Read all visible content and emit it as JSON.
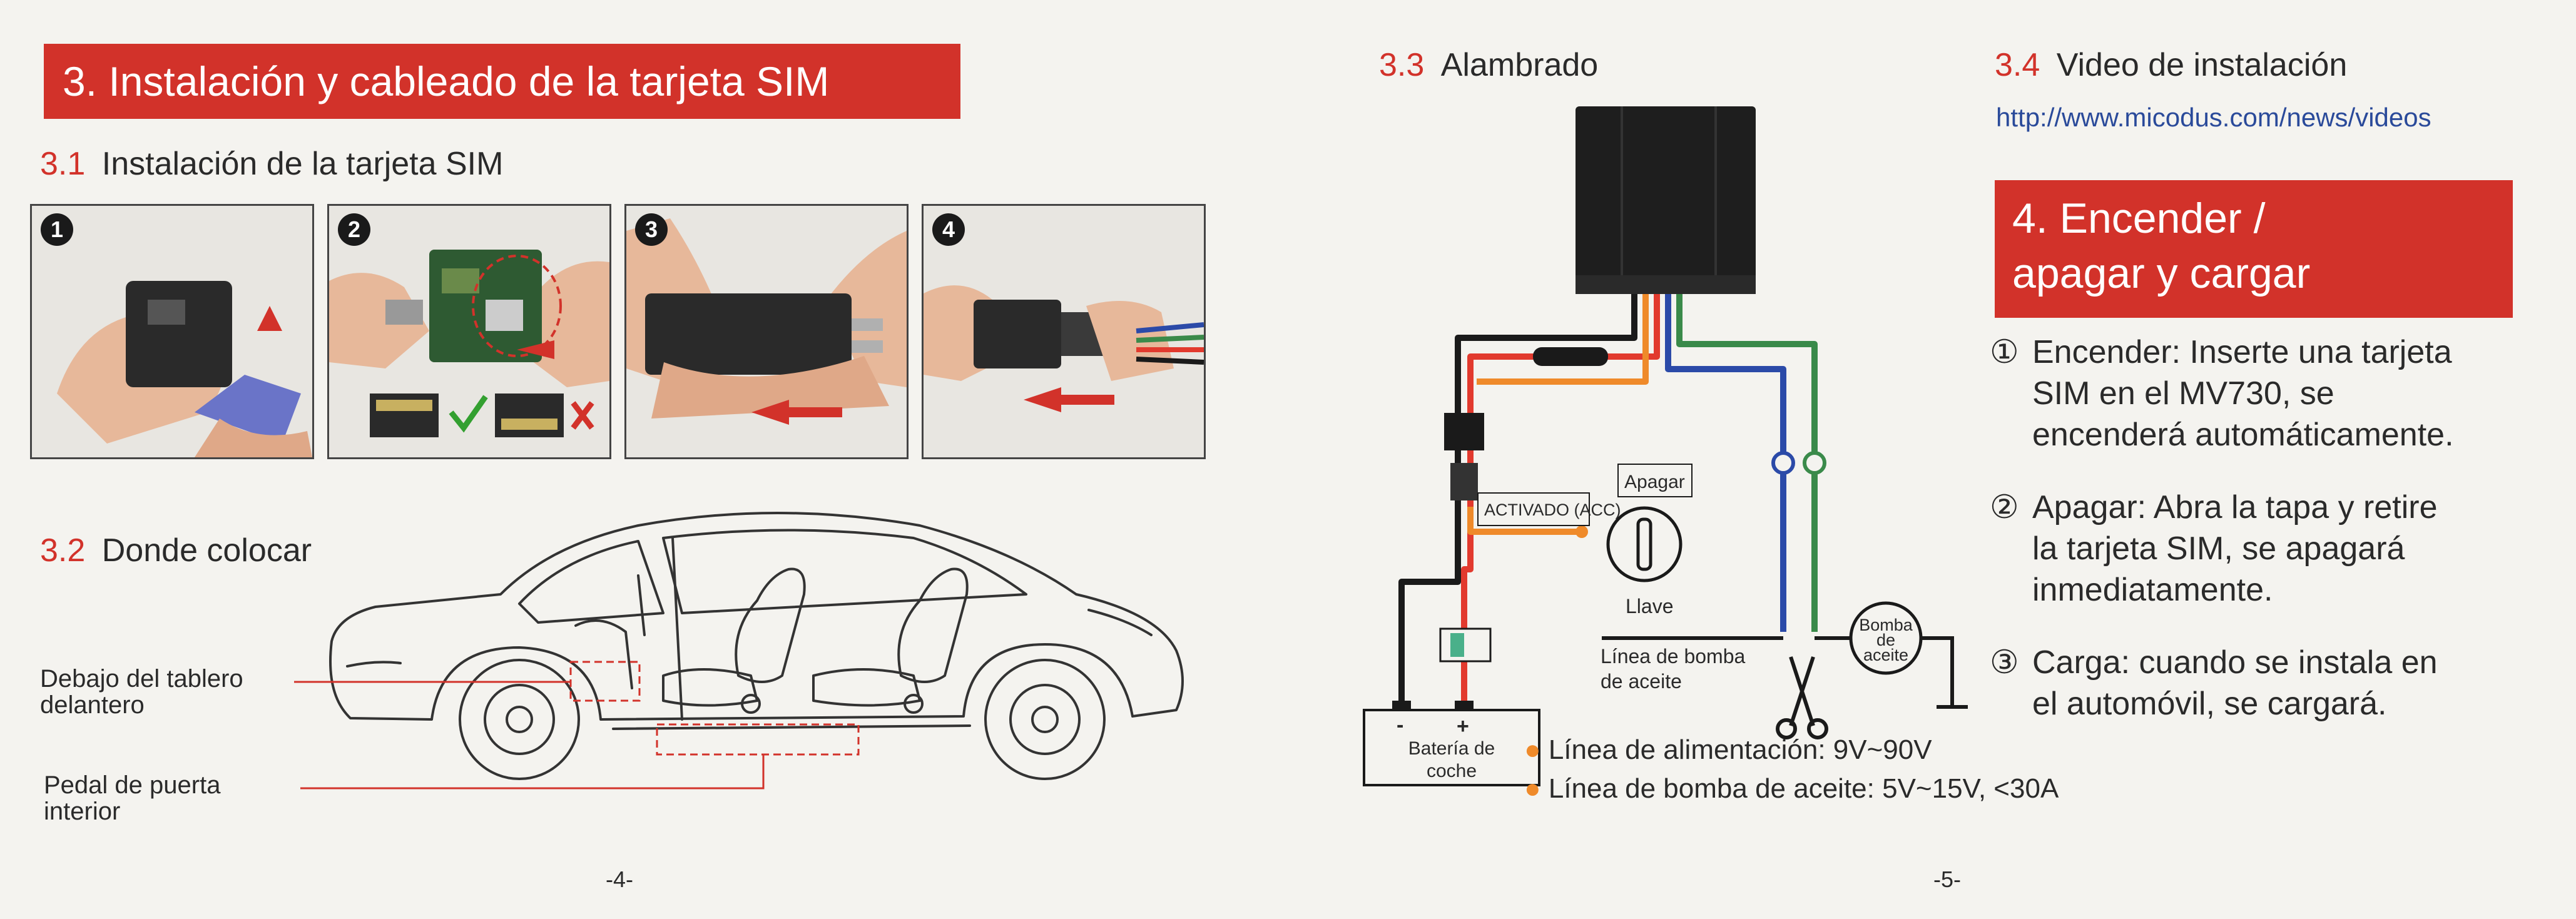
{
  "left_page": {
    "title": "3. Instalación y cableado de la tarjeta SIM",
    "s31": {
      "num": "3.1",
      "label": "Instalación de la tarjeta SIM"
    },
    "steps": [
      "1",
      "2",
      "3",
      "4"
    ],
    "s32": {
      "num": "3.2",
      "label": "Donde colocar"
    },
    "car_label_1": [
      "Debajo del tablero",
      "delantero"
    ],
    "car_label_2": [
      "Pedal de puerta",
      "interior"
    ],
    "page_number": "-4-"
  },
  "right_page": {
    "s33": {
      "num": "3.3",
      "label": "Alambrado"
    },
    "wiring": {
      "acc": "ACTIVADO (ACC)",
      "apagar": "Apagar",
      "llave": "Llave",
      "linea_bomba": [
        "Línea de bomba",
        "de aceite"
      ],
      "bomba": [
        "Bomba",
        "de",
        "aceite"
      ],
      "bateria": [
        "Batería de",
        "coche"
      ],
      "minus": "-",
      "plus": "+"
    },
    "notes": [
      "Línea de alimentación: 9V~90V",
      "Línea de bomba de aceite: 5V~15V, <30A"
    ],
    "s34": {
      "num": "3.4",
      "label": "Video de instalación"
    },
    "video_url": "http://www.micodus.com/news/videos",
    "s4_title": [
      "4. Encender /",
      "apagar y cargar"
    ],
    "items": [
      {
        "mark": "①",
        "lines": [
          "Encender: Inserte una tarjeta",
          "SIM en el MV730, se",
          "encenderá automáticamente."
        ]
      },
      {
        "mark": "②",
        "lines": [
          "Apagar: Abra la tapa y retire",
          "la tarjeta SIM, se apagará",
          "inmediatamente."
        ]
      },
      {
        "mark": "③",
        "lines": [
          "Carga: cuando se instala en",
          "el automóvil, se cargará."
        ]
      }
    ],
    "page_number": "-5-"
  },
  "colors": {
    "accent_red": "#d2322a",
    "link_blue": "#2a4a9a",
    "wire_red": "#e23a2e",
    "wire_orange": "#ef8a2a",
    "wire_blue": "#2b4aa8",
    "wire_green": "#3a8a4a",
    "wire_black": "#1a1a1a"
  }
}
